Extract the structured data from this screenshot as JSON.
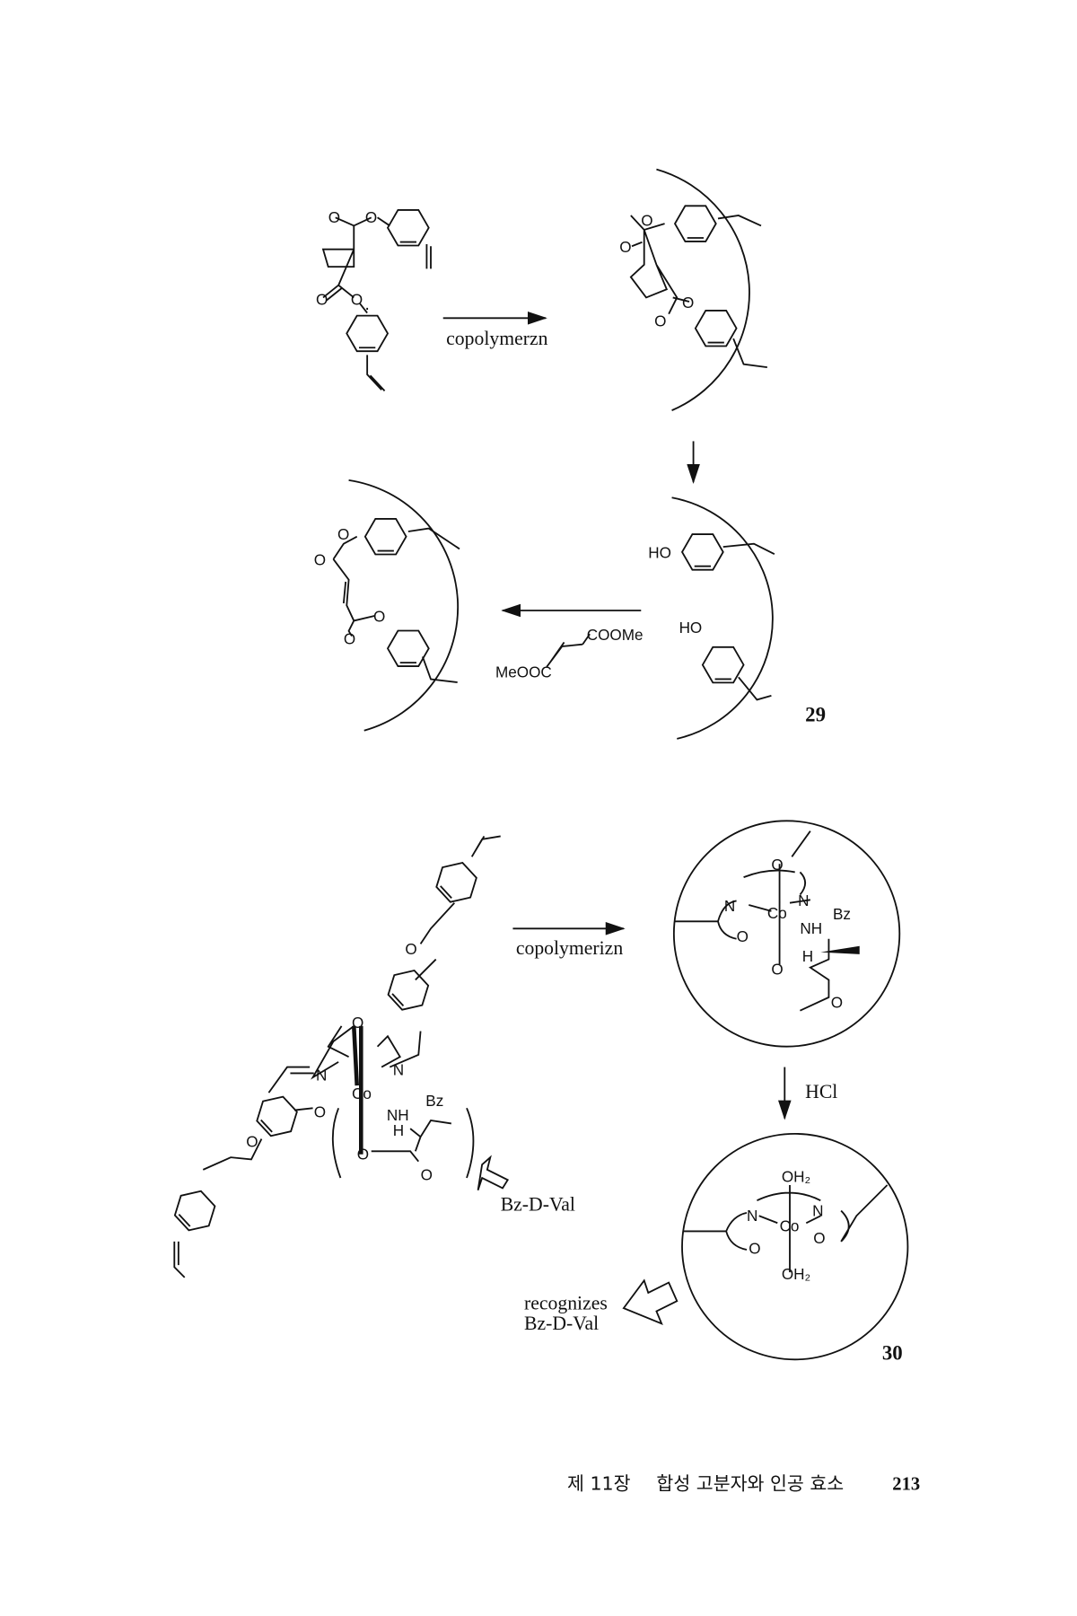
{
  "scheme1": {
    "step1_label": "copolymerzn",
    "reagent_left": "MeOOC",
    "reagent_right": "COOMe",
    "compound_number": "29"
  },
  "scheme2": {
    "step1_label": "copolymerizn",
    "step2_label": "HCl",
    "template_label": "Bz-D-Val",
    "recognizes_line1": "recognizes",
    "recognizes_line2": "Bz-D-Val",
    "compound_number": "30"
  },
  "atoms": {
    "O": "O",
    "N": "N",
    "Co": "Co",
    "HO": "HO",
    "Bz": "Bz",
    "NH": "NH",
    "H": "H",
    "OH2": "OH₂"
  },
  "footer": {
    "chapter": "제 11장",
    "title": "합성 고분자와 인공 효소",
    "page_number": "213"
  }
}
